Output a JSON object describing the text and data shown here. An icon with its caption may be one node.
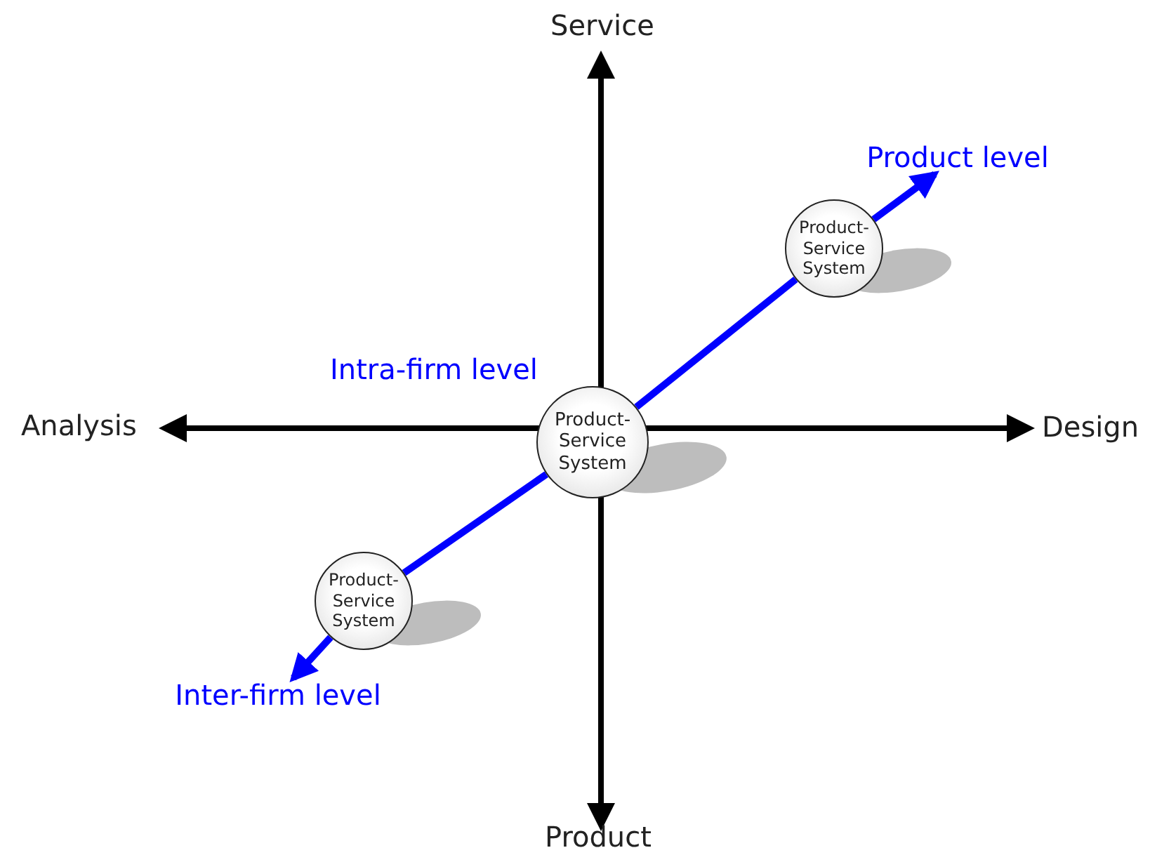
{
  "diagram": {
    "nodes": [
      {
        "text": [
          "Product-Service System"
        ]
      },
      {
        "text": [
          "Product-Service System"
        ]
      },
      {
        "text": [
          "Product-Service System"
        ]
      },
      {
        "text": [
          "Product level"
        ]
      },
      {
        "text": [
          "Inter-firm level"
        ]
      }
    ],
    "edges": [
      {
        "from": 0,
        "to": 1,
        "arrow": "none"
      },
      {
        "from": 1,
        "to": 3,
        "arrow": "to"
      },
      {
        "from": 0,
        "to": 2,
        "arrow": "none"
      },
      {
        "from": 2,
        "to": 4,
        "arrow": "to"
      }
    ],
    "labels": [
      "Service",
      "Intra-firm level",
      "Analysis",
      "Design",
      "Product"
    ]
  }
}
